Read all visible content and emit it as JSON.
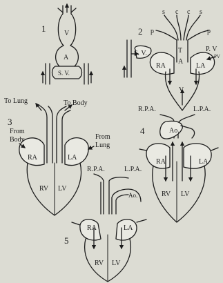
{
  "figure_numbers": [
    "1",
    "2",
    "3",
    "4",
    "5"
  ],
  "diagram1": {
    "v": "V",
    "a": "A",
    "sv": "S. V."
  },
  "diagram2": {
    "s1": "s",
    "c1": "c",
    "c2": "c",
    "s2": "s",
    "p_left": "p",
    "p_right": "p",
    "sv": "S. V.",
    "pv": "P. V",
    "pv_small": "PV",
    "t": "T",
    "a": "A",
    "ra": "RA",
    "la": "LA",
    "v": "V"
  },
  "diagram3": {
    "to_lung": "To Lung",
    "to_body": "To Body",
    "from_body": "From\nBody",
    "from_lung": "From\nLung",
    "ra": "RA",
    "la": "LA",
    "rv": "RV",
    "lv": "LV"
  },
  "diagram4": {
    "rpa": "R.P.A.",
    "lpa": "L.P.A.",
    "ao": "Ao.",
    "ra": "RA",
    "la": "LA",
    "rv": "RV",
    "lv": "LV"
  },
  "diagram5": {
    "rpa": "R.P.A.",
    "lpa": "L.P.A.",
    "ao": "Ao.",
    "ra": "RA",
    "la": "LA",
    "rv": "RV",
    "lv": "LV"
  }
}
